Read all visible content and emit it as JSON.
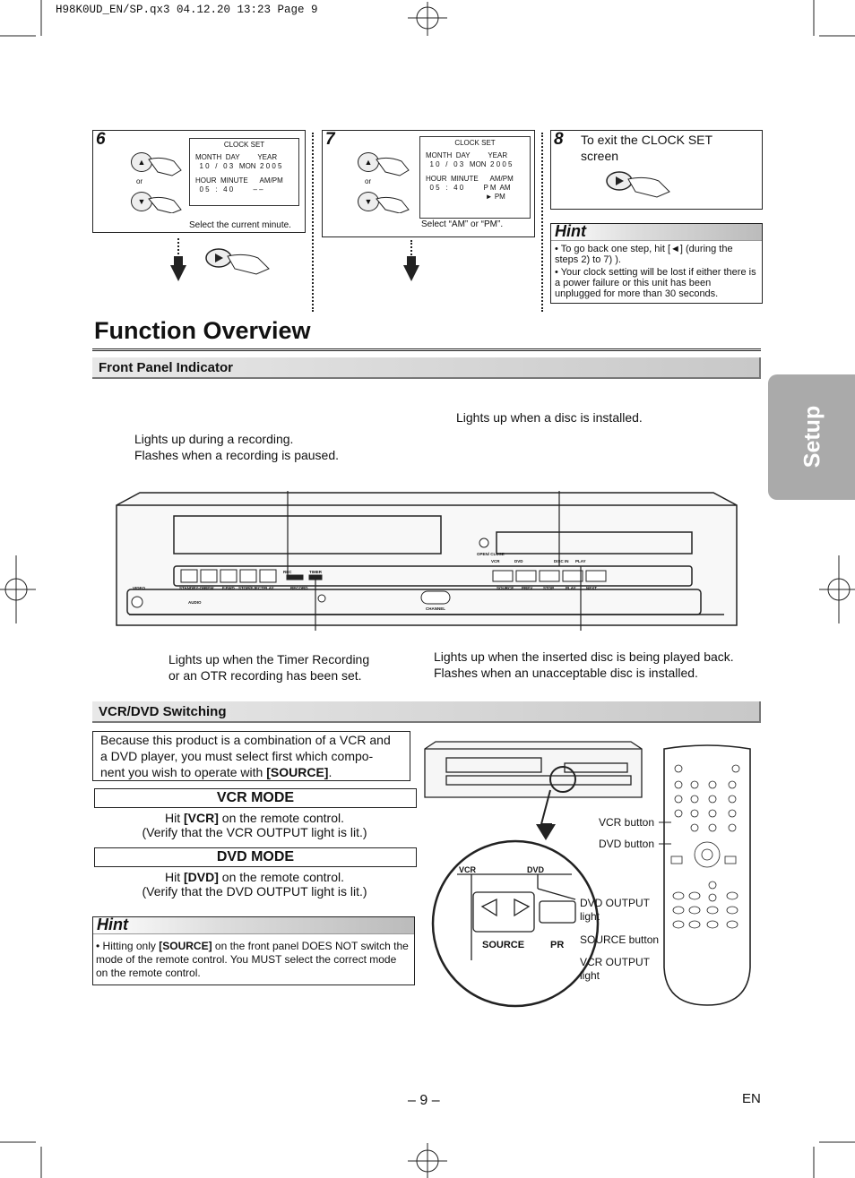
{
  "header": {
    "file_info": "H98K0UD_EN/SP.qx3   04.12.20 13:23   Page 9"
  },
  "steps": [
    {
      "number": "6",
      "lcd_title": "CLOCK SET",
      "lcd_line1": "MONTH  DAY         YEAR",
      "lcd_line2": "  1 0   /   0 3   MON  2 0 0 5",
      "lcd_line3": "HOUR  MINUTE      AM/PM",
      "lcd_line4": "  0 5   :   4 0          – –",
      "or_label": "or",
      "caption": "Select the current minute."
    },
    {
      "number": "7",
      "lcd_title": "CLOCK SET",
      "lcd_line1": "MONTH  DAY         YEAR",
      "lcd_line2": "  1 0   /   0 3   MON  2 0 0 5",
      "lcd_line3": "HOUR  MINUTE      AM/PM",
      "lcd_line4": "  0 5   :   4 0          P M  AM",
      "lcd_line5": "                              ► PM",
      "or_label": "or",
      "caption": "Select “AM” or “PM”."
    },
    {
      "number": "8",
      "text_line1": "To exit the CLOCK SET",
      "text_line2": "screen"
    }
  ],
  "top_hint": {
    "title": "Hint",
    "items": [
      "• To go back one step, hit [◄] (during the steps 2) to 7) ).",
      "• Your clock setting will be lost if either there is a power failure or this unit has been unplugged for more than 30 seconds."
    ]
  },
  "page_title": "Function Overview",
  "front_panel": {
    "section_title": "Front Panel Indicator",
    "callout_disc": "Lights up when a disc is installed.",
    "callout_record_1": "Lights up during a recording.",
    "callout_record_2": "Flashes when a recording is paused.",
    "callout_timer_1": "Lights up when the Timer Recording",
    "callout_timer_2": "or an OTR recording has been set.",
    "callout_play_1": "Lights up when the inserted disc is being played back.",
    "callout_play_2": "Flashes when an unacceptable disc is installed.",
    "labels": {
      "standby": "STANDBY-ON",
      "rew": "REW",
      "ffwd": "F.FWD",
      "stop_eject": "STOP/EJECT",
      "play": "PLAY",
      "record": "RECORD",
      "source": "SOURCE",
      "prev": "PREV",
      "stop": "STOP",
      "play2": "PLAY",
      "next": "NEXT",
      "video": "VIDEO",
      "audio": "AUDIO",
      "channel": "CHANNEL",
      "open_close": "OPEN/ CLOSE",
      "vcr": "VCR",
      "dvd": "DVD",
      "rec": "REC",
      "timer": "TIMER",
      "disc_in": "DISC IN",
      "play_ind": "PLAY"
    }
  },
  "switching": {
    "section_title": "VCR/DVD Switching",
    "intro_1": "Because this product is a combination of a VCR and",
    "intro_2": "a DVD player, you must select first which compo-",
    "intro_3": "nent you wish to operate with ",
    "intro_bold": "[SOURCE]",
    "intro_end": ".",
    "vcr_mode": {
      "title": "VCR MODE",
      "line1_a": "Hit ",
      "line1_b": "[VCR]",
      "line1_c": " on the remote control.",
      "line2": "(Verify that the VCR OUTPUT light is lit.)"
    },
    "dvd_mode": {
      "title": "DVD MODE",
      "line1_a": "Hit ",
      "line1_b": "[DVD]",
      "line1_c": " on the remote control.",
      "line2": "(Verify that the DVD OUTPUT light is lit.)"
    },
    "hint": {
      "title": "Hint",
      "text_a": "• Hitting only ",
      "text_b": "[SOURCE]",
      "text_c": " on the front panel DOES NOT switch the mode of the remote control. You MUST select the correct mode on the remote control."
    },
    "zoom": {
      "vcr": "VCR",
      "dvd": "DVD",
      "source": "SOURCE",
      "pr": "PR"
    },
    "callouts": {
      "vcr_button": "VCR button",
      "dvd_button": "DVD button",
      "dvd_output_1": "DVD OUTPUT",
      "dvd_output_2": "light",
      "source_button": "SOURCE button",
      "vcr_output_1": "VCR OUTPUT",
      "vcr_output_2": "light"
    }
  },
  "side_tab": {
    "label": "Setup"
  },
  "footer": {
    "page_number": "– 9 –",
    "lang": "EN"
  }
}
